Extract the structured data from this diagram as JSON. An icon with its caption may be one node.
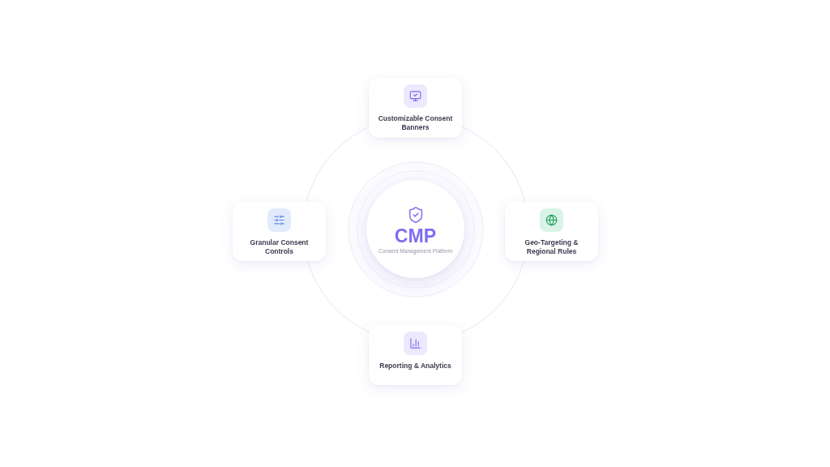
{
  "diagram": {
    "nodes": [
      {
        "text": [
          "Customizable Consent Banners"
        ]
      },
      {
        "text": [
          "Granular Consent Controls"
        ]
      },
      {
        "text": [
          "CMP",
          "Consent Management Platform"
        ]
      },
      {
        "text": [
          "Geo-Targeting & Regional Rules"
        ]
      },
      {
        "text": [
          "Reporting & Analytics"
        ]
      }
    ]
  }
}
